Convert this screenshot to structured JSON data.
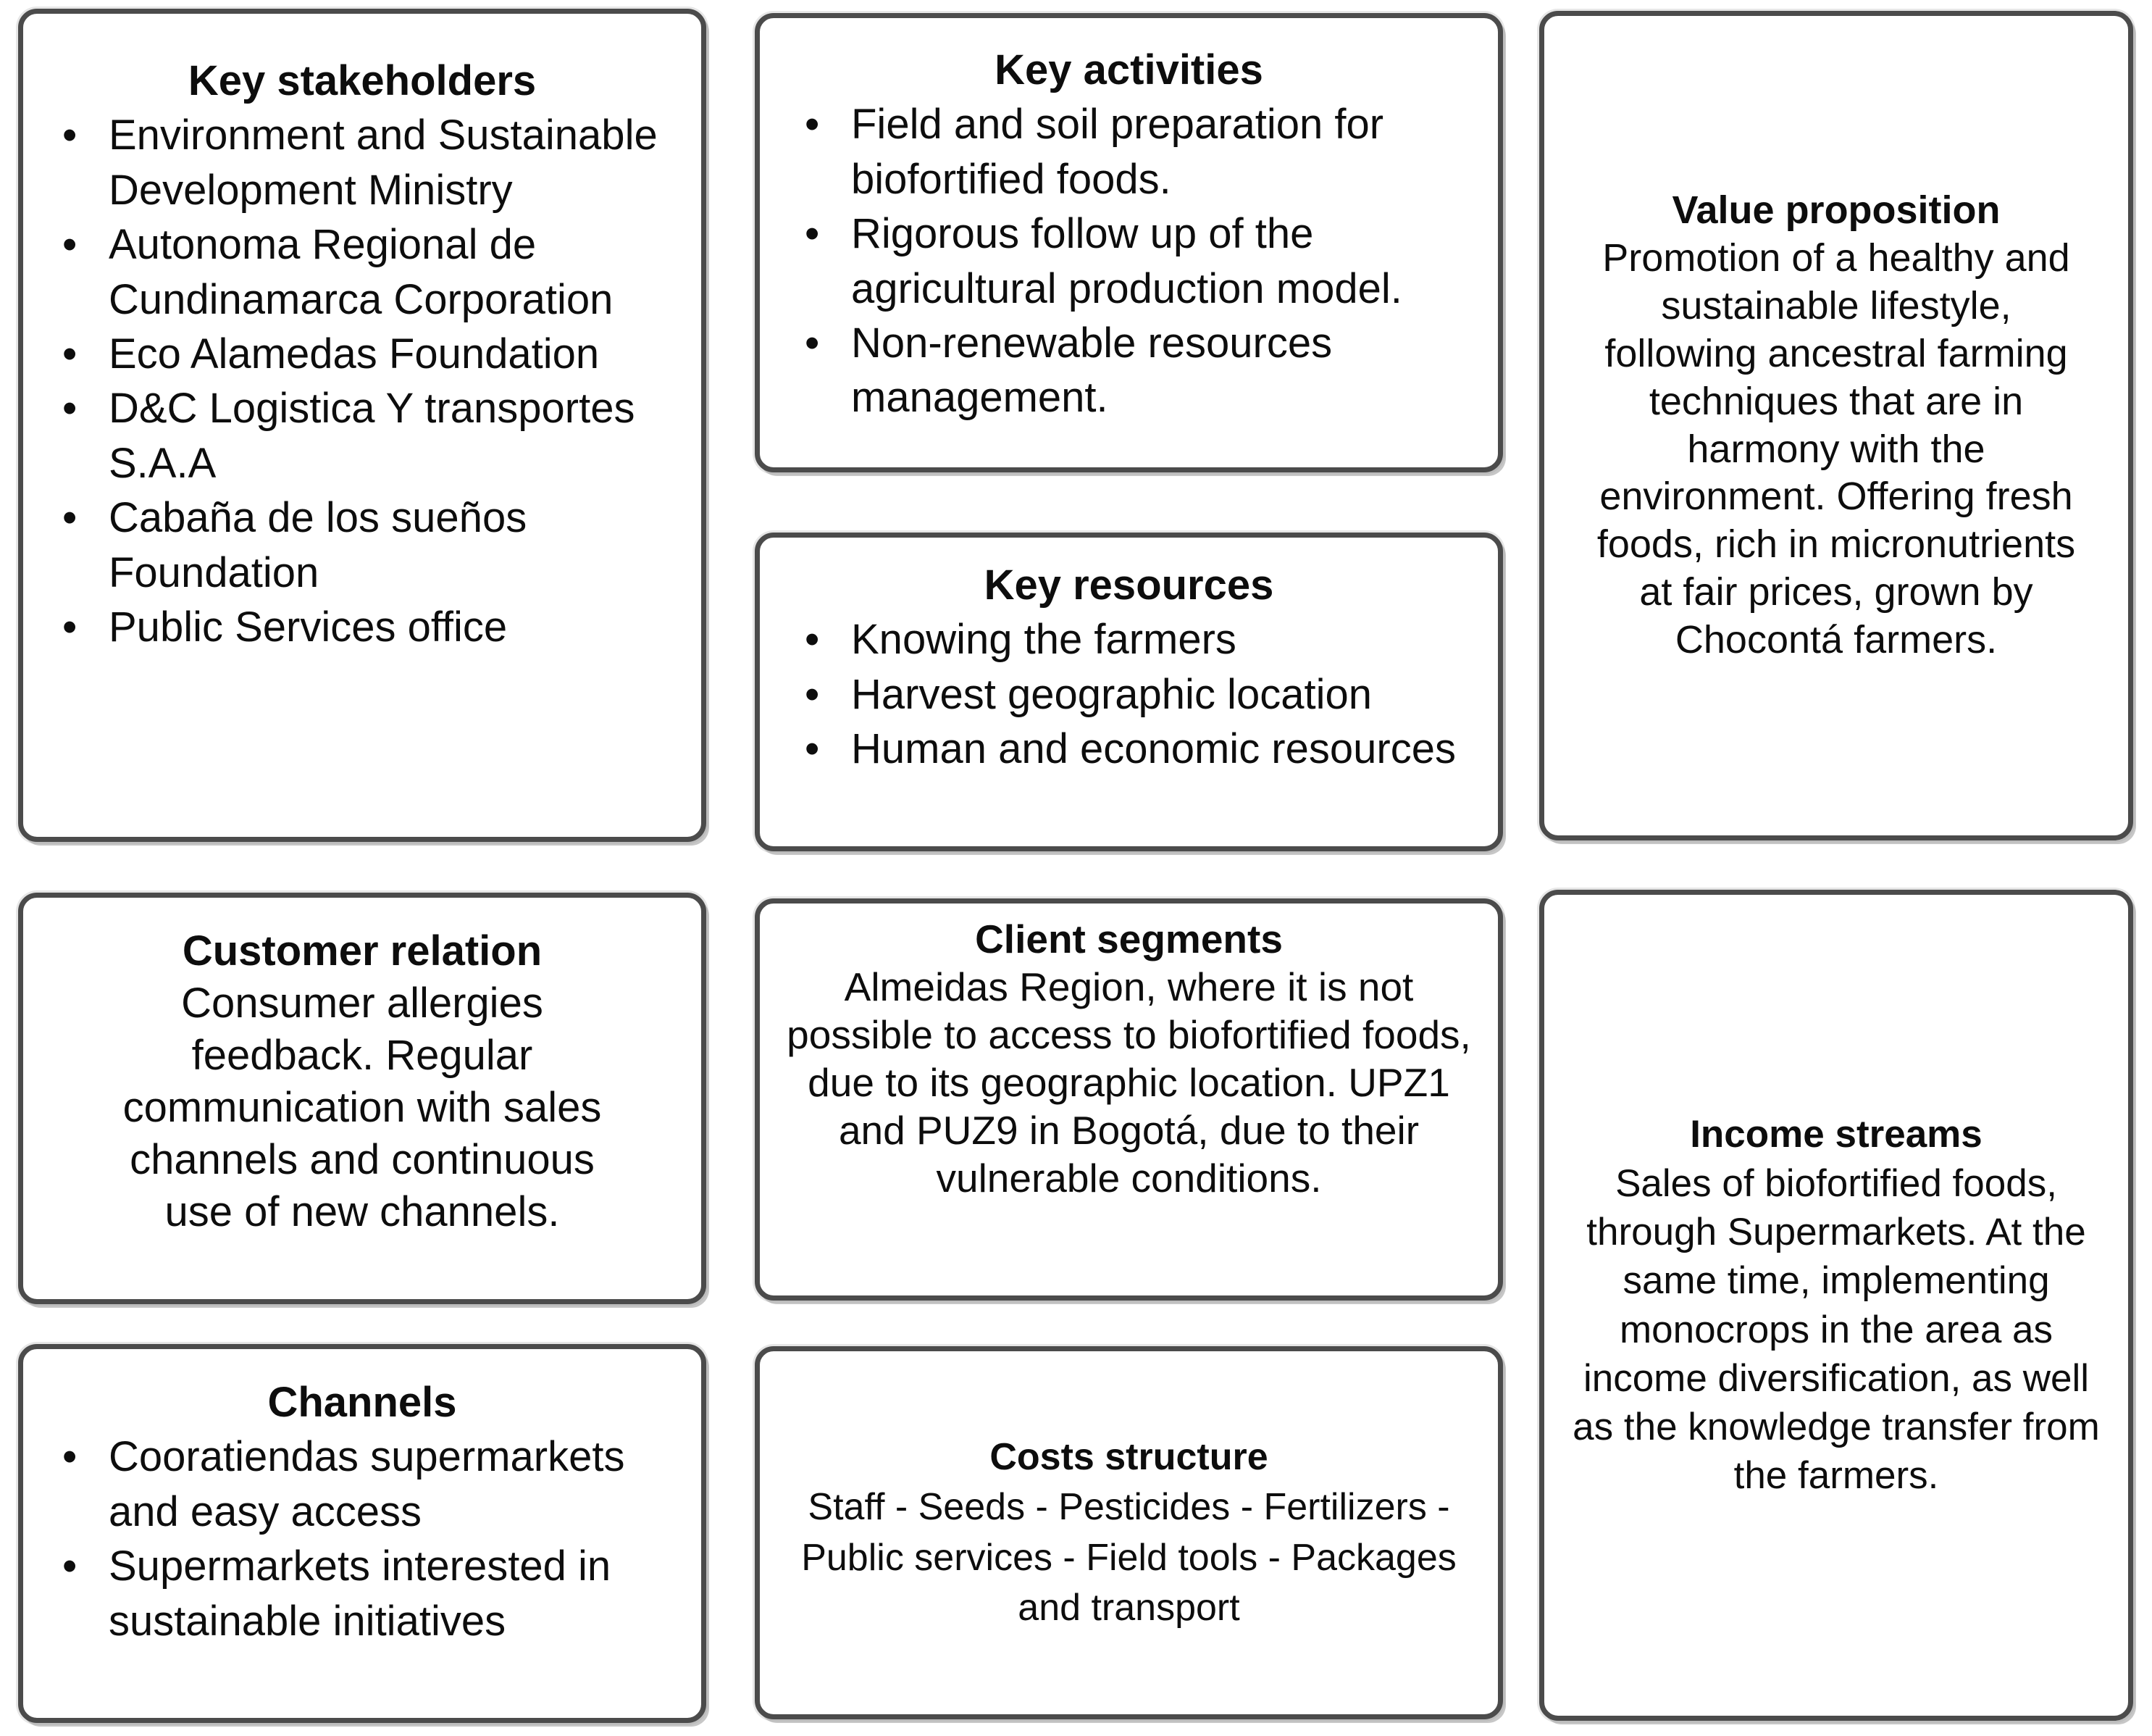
{
  "figure": {
    "kind": "business-model-canvas-diagram",
    "background_color": "#ffffff",
    "box_border_color": "#4b4b4b",
    "text_color": "#0d0d0d"
  },
  "boxes": {
    "key_stakeholders": {
      "title": "Key stakeholders",
      "items": [
        "Environment and Sustainable Development Ministry",
        "Autonoma Regional de Cundinamarca Corporation",
        "Eco Alamedas Foundation",
        "D&C Logistica Y transportes S.A.A",
        "Cabaña de los sueños Foundation",
        "Public Services office"
      ]
    },
    "key_activities": {
      "title": "Key activities",
      "items": [
        "Field and soil preparation for biofortified foods.",
        "Rigorous follow up of the agricultural production model.",
        "Non-renewable resources management."
      ]
    },
    "key_resources": {
      "title": "Key resources",
      "items": [
        "Knowing the farmers",
        "Harvest geographic location",
        "Human and economic resources"
      ]
    },
    "value_proposition": {
      "title": "Value proposition",
      "body": "Promotion of a healthy and sustainable lifestyle, following ancestral farming techniques that are in harmony with the environment. Offering fresh foods, rich in micronutrients at fair prices, grown by Chocontá farmers."
    },
    "customer_relation": {
      "title": "Customer relation",
      "body": "Consumer allergies feedback. Regular communication with sales channels and continuous use of new channels."
    },
    "client_segments": {
      "title": "Client segments",
      "body": "Almeidas Region, where it is not possible to access to biofortified foods, due to its geographic location. UPZ1 and PUZ9 in Bogotá, due to their vulnerable conditions."
    },
    "income_streams": {
      "title": "Income streams",
      "body": "Sales of biofortified foods, through Supermarkets. At the same time, implementing monocrops in the area as income diversification, as well as the knowledge transfer from the farmers."
    },
    "channels": {
      "title": "Channels",
      "items": [
        "Cooratiendas supermarkets and easy access",
        "Supermarkets interested in sustainable initiatives"
      ]
    },
    "costs_structure": {
      "title": "Costs structure",
      "body": "Staff - Seeds - Pesticides - Fertilizers - Public services - Field tools - Packages and transport"
    }
  }
}
